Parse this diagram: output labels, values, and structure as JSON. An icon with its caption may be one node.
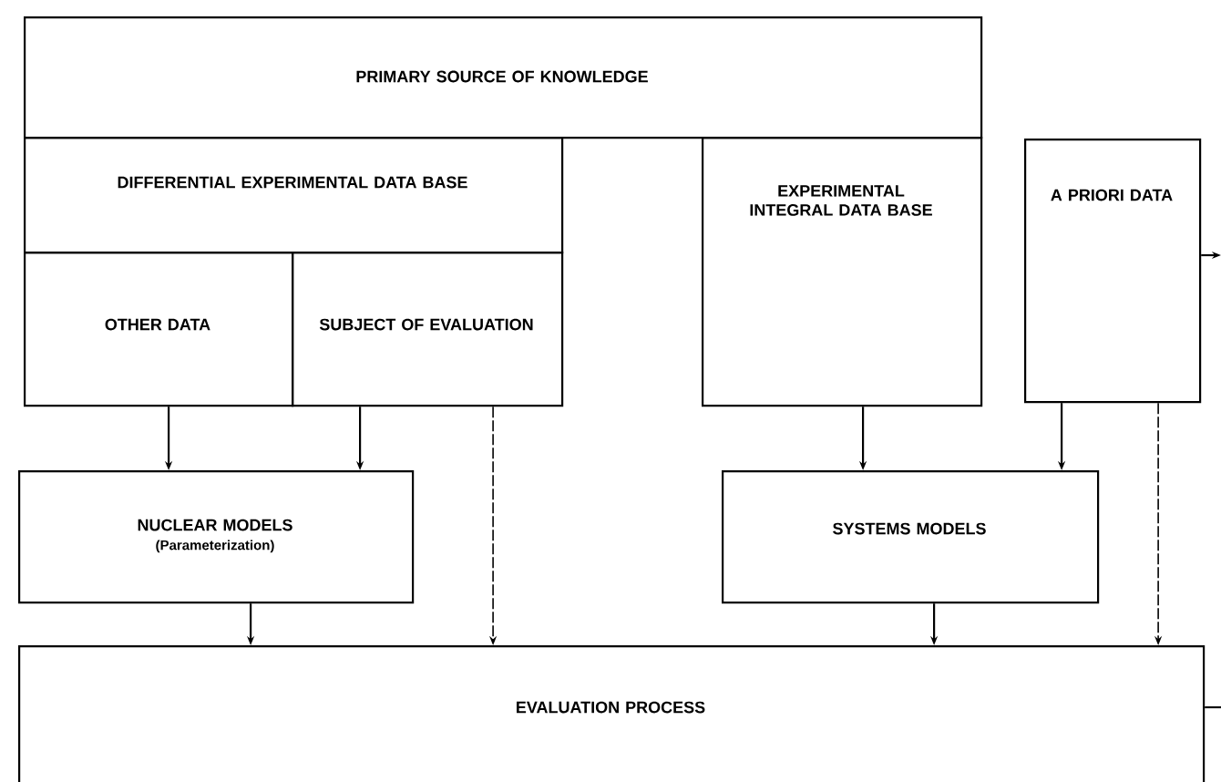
{
  "diagram": {
    "nodes": [
      {
        "text": [
          "PRIMARY SOURCE OF KNOWLEDGE"
        ]
      },
      {
        "text": [
          "DIFFERENTIAL EXPERIMENTAL DATA BASE"
        ]
      },
      {
        "text": [
          "OTHER DATA"
        ]
      },
      {
        "text": [
          "SUBJECT OF EVALUATION"
        ]
      },
      {
        "text": [
          "EXPERIMENTAL INTEGRAL DATA BASE"
        ]
      },
      {
        "text": [
          "A PRIORI DATA"
        ]
      },
      {
        "text": [
          "NUCLEAR MODELS",
          "(Parameterization)"
        ]
      },
      {
        "text": [
          "SYSTEMS MODELS"
        ]
      },
      {
        "text": [
          "EVALUATION PROCESS"
        ]
      }
    ],
    "edges": [
      {
        "from": 2,
        "to": 6,
        "arrow": "to"
      },
      {
        "from": 3,
        "to": 6,
        "arrow": "to"
      },
      {
        "from": 3,
        "to": 8,
        "arrow": "to",
        "style": "dashed"
      },
      {
        "from": 6,
        "to": 8,
        "arrow": "to"
      },
      {
        "from": 4,
        "to": 7,
        "arrow": "to"
      },
      {
        "from": 5,
        "to": 7,
        "arrow": "to"
      },
      {
        "from": 7,
        "to": 8,
        "arrow": "to"
      },
      {
        "from": 5,
        "to": 8,
        "arrow": "to",
        "style": "dashed"
      },
      {
        "from": 5,
        "to": null,
        "arrow": "to"
      },
      {
        "from": 8,
        "to": null,
        "arrow": "none"
      }
    ]
  }
}
